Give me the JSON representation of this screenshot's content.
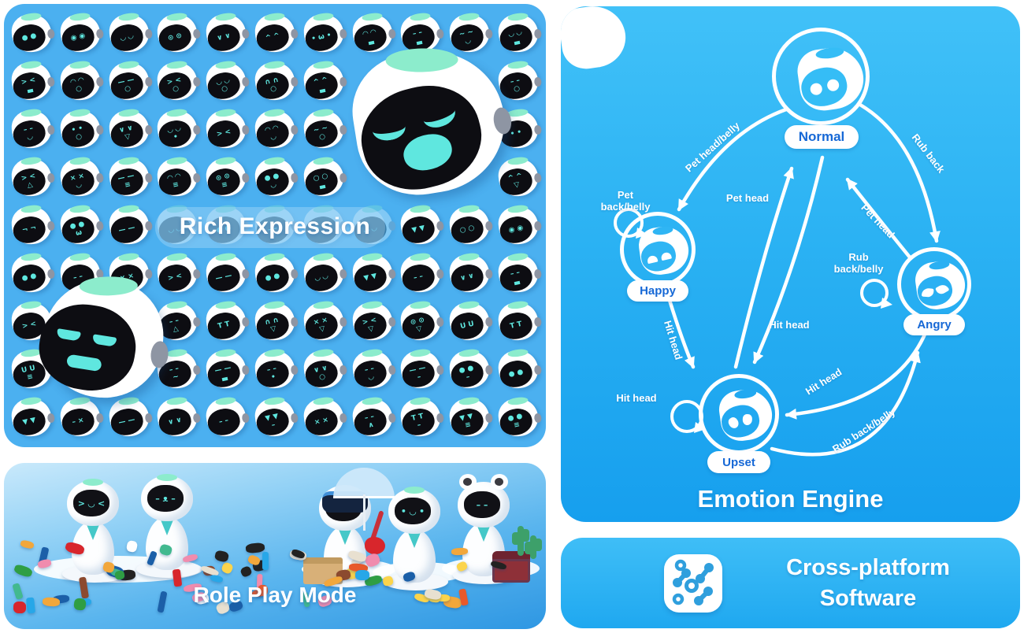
{
  "rich_expression": {
    "title": "Rich Expression"
  },
  "role_play": {
    "title": "Role Play Mode"
  },
  "emotion_engine": {
    "title": "Emotion Engine",
    "nodes": {
      "normal": "Normal",
      "happy": "Happy",
      "angry": "Angry",
      "upset": "Upset"
    },
    "labels": {
      "normal_to_happy": "Pet head/belly",
      "normal_to_angry": "Rub back",
      "upset_to_normal": "Pet head",
      "angry_to_normal": "Pet head",
      "normal_to_upset": "Hit head",
      "happy_to_upset": "Hit head",
      "upset_self": "Hit head",
      "happy_self": "Pet back/belly",
      "angry_self": "Rub back/belly",
      "angry_to_upset": "Hit head",
      "upset_to_angry": "Rub back/belly"
    }
  },
  "cross_platform": {
    "title_line1": "Cross-platform",
    "title_line2": "Software",
    "icon": "molecule-network-icon"
  },
  "expressions": {
    "grid": [
      [
        "● ●",
        "◉ ◉",
        "◡ ◡",
        "⊙ ⊙",
        "∨ ∨",
        "^ ^",
        "• ω •",
        "◠ ◠\n▃",
        "– –\n▃",
        "~ ~\n◡",
        "◡ ◡\n▃"
      ],
      [
        "> <\n▃",
        "◠ ◠\n○",
        "— —\n○",
        "> <\n○",
        "◡ ◡\n○",
        "∩ ∩\n○",
        "^ ^\n▃",
        "",
        "",
        "",
        "– –\n○"
      ],
      [
        "– –\n◡",
        "• •\n○",
        "∨ ∨\n▽",
        "◡ ◡\n•",
        "> <",
        "◠ ◠\n◡",
        "~ ~\n○",
        "",
        "",
        "",
        "• •"
      ],
      [
        "> <\n△",
        "× ×\n◡",
        "— —\n≡",
        "◠ ◠\n≡",
        "⊙ ⊙\n≡",
        "● ●\n◡",
        "○ ○\n▃",
        "",
        "",
        "",
        "^ ^\n▽"
      ],
      [
        "¬ ¬",
        "● ●\nω",
        "— —",
        "◡ ◡",
        "● ●",
        "– –",
        "^ ^",
        "◡ ◡",
        "▼ ▼",
        "○ ○",
        "◉ ◉"
      ],
      [
        "● ●",
        "– –",
        "× ×",
        "> <",
        "— —",
        "● ●",
        "◡ ◡",
        "▼ ▼",
        "– –",
        "∨ ∨",
        "– –\n▃"
      ],
      [
        "> <",
        "",
        "",
        "– –\n△",
        "T T",
        "∩ ∩\n▽",
        "× ×\n▽",
        "> <\n▽",
        "⊙ ⊙\n▽",
        "U U",
        "T T"
      ],
      [
        "U U\n≡",
        "",
        "",
        "– –\n~",
        "— —\n▃",
        "– –\n•",
        "∨ ∨\n○",
        "– –\n◡",
        "— —\n–",
        "● ●\n–",
        "● ●"
      ],
      [
        "▼ ▼",
        "– ×",
        "— —",
        "∨ ∨",
        "– –",
        "▼ ▼\n–",
        "× ×",
        "– –\n∧",
        "T T\n–",
        "▼ ▼\n≡",
        "● ●\n≡"
      ]
    ],
    "faded_columns_row5": [
      4,
      5,
      6,
      7,
      8
    ]
  },
  "colors": {
    "expression_panel_blue": "#4bb0f0",
    "engine_gradient_top": "#41c1f8",
    "engine_gradient_bottom": "#169fee",
    "accent_cyan": "#5fe7df",
    "mint_cap": "#8ceccc",
    "screen_black": "#0d0d12",
    "node_label_blue": "#1668d6",
    "icon_blue": "#2f9fdd"
  }
}
